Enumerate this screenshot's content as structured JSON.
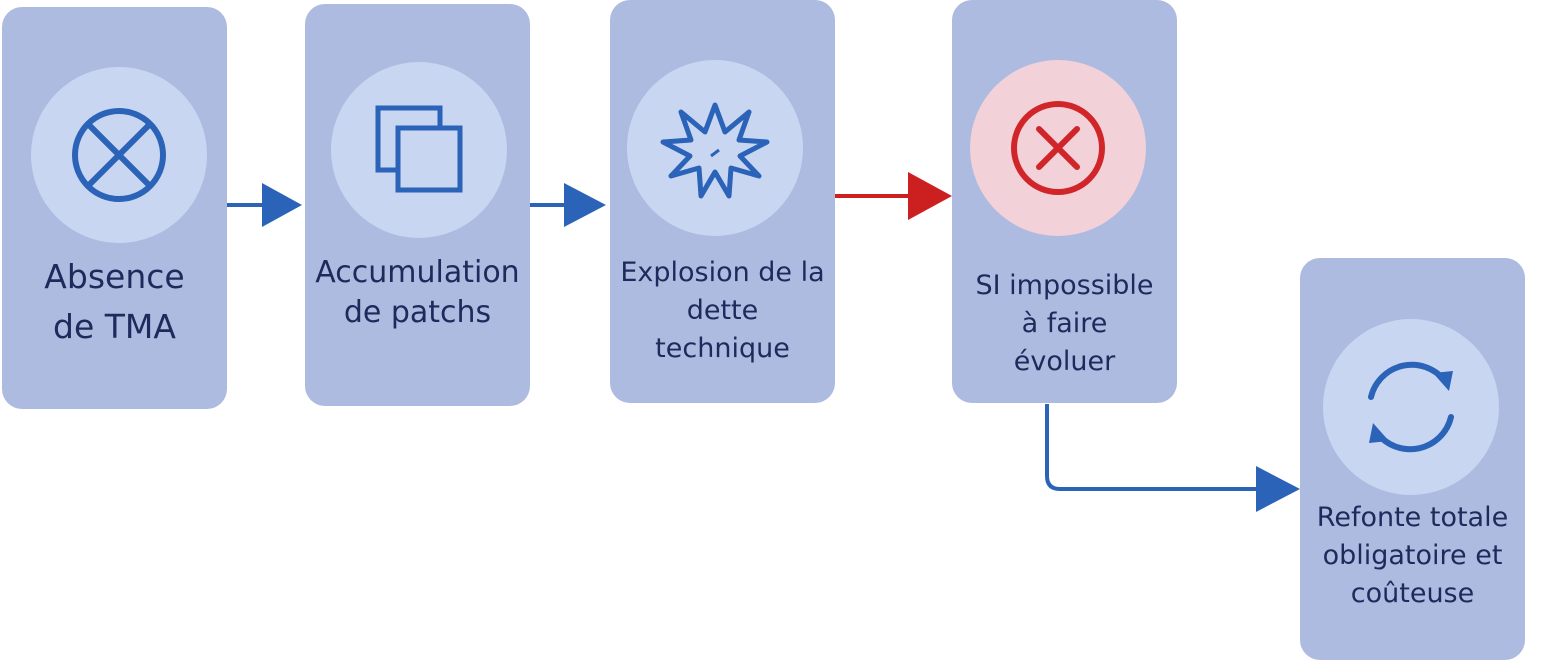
{
  "steps": [
    {
      "label": "Absence\nde TMA",
      "icon": "circle-cross-icon"
    },
    {
      "label": "Accumulation\nde patchs",
      "icon": "copy-icon"
    },
    {
      "label": "Explosion de la\ndette\ntechnique",
      "icon": "explosion-icon"
    },
    {
      "label": "SI impossible\nà faire\névoluer",
      "icon": "error-x-icon"
    },
    {
      "label": "Refonte totale\nobligatoire et\ncoûteuse",
      "icon": "refresh-icon"
    }
  ],
  "colors": {
    "card": "#aebbe0",
    "circle": "#c9d6f2",
    "circle_alert": "#f3d1d8",
    "icon_blue": "#2a63b8",
    "icon_red": "#d0262a",
    "arrow_blue": "#2a63b8",
    "arrow_red": "#cc1f1f",
    "text": "#1f2a5c"
  }
}
